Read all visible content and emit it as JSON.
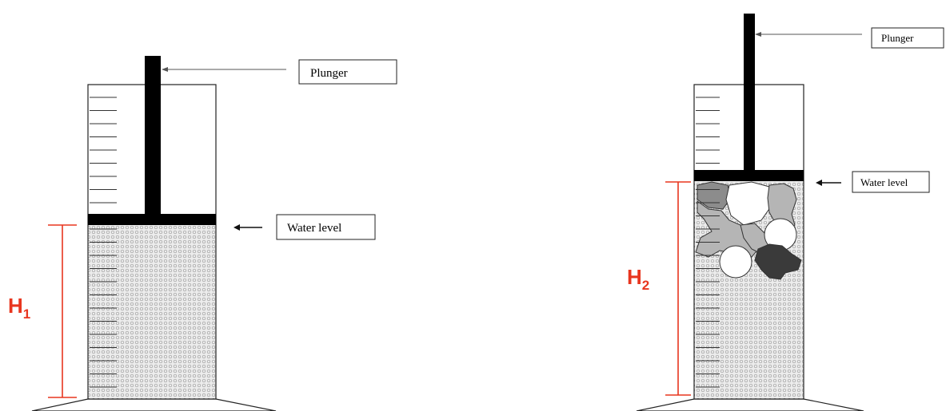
{
  "diagrams": {
    "left": {
      "plunger_label": "Plunger",
      "water_level_label": "Water level",
      "height_label": "H",
      "height_subscript": "1"
    },
    "right": {
      "plunger_label": "Plunger",
      "water_level_label": "Water level",
      "height_label": "H",
      "height_subscript": "2"
    }
  },
  "colors": {
    "height_marker": "#e8361f",
    "water_fill": "#cfcfcf",
    "stone_light": "#b5b5b5",
    "stone_medium": "#8c8c8c",
    "stone_dark": "#3a3a3a",
    "stone_white": "#ffffff"
  }
}
